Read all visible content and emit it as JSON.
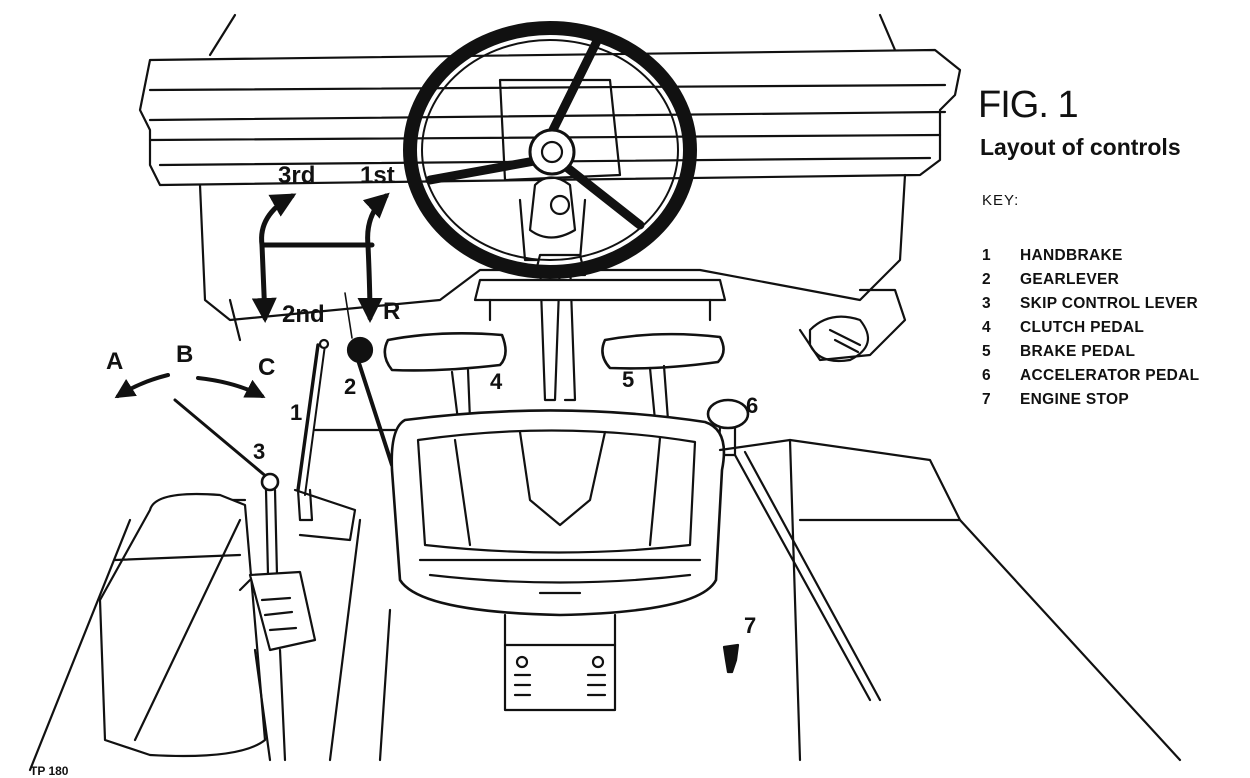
{
  "figure": {
    "title": "FIG. 1",
    "subtitle": "Layout of controls",
    "key_heading": "KEY:",
    "reference": "TP 180"
  },
  "key": [
    {
      "num": "1",
      "label": "HANDBRAKE"
    },
    {
      "num": "2",
      "label": "GEARLEVER"
    },
    {
      "num": "3",
      "label": "SKIP CONTROL LEVER"
    },
    {
      "num": "4",
      "label": "CLUTCH PEDAL"
    },
    {
      "num": "5",
      "label": "BRAKE PEDAL"
    },
    {
      "num": "6",
      "label": "ACCELERATOR PEDAL"
    },
    {
      "num": "7",
      "label": "ENGINE STOP"
    }
  ],
  "gear_pattern": {
    "third": "3rd",
    "first": "1st",
    "second": "2nd",
    "reverse": "R"
  },
  "skip_positions": {
    "a": "A",
    "b": "B",
    "c": "C"
  },
  "callouts": {
    "handbrake": "1",
    "gearlever": "2",
    "skip_lever": "3",
    "clutch": "4",
    "brake": "5",
    "accelerator": "6",
    "engine_stop": "7"
  }
}
